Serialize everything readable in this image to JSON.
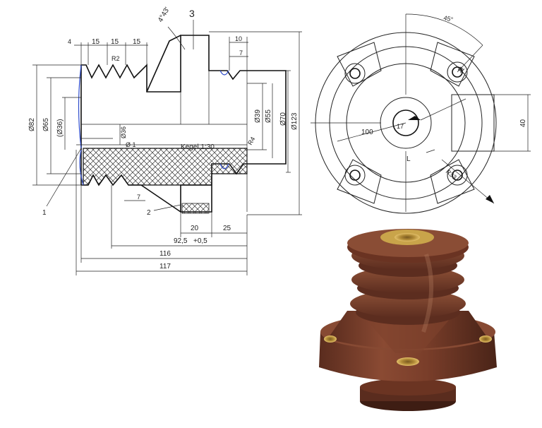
{
  "section_view": {
    "callouts": {
      "angle": "4°43'",
      "part_3": "3",
      "part_1": "1",
      "part_2": "2"
    },
    "top_dims": [
      "4",
      "15",
      "15",
      "15"
    ],
    "top_right_dims": [
      "10",
      "7"
    ],
    "radii": {
      "r2": "R2",
      "r4": "R4"
    },
    "left_dims": [
      "Ø82",
      "Ø65",
      "(Ø36)"
    ],
    "inner_dims": [
      "Ø36",
      "Ø 1"
    ],
    "right_dims": [
      "Ø39",
      "Ø55",
      "Ø70",
      "Ø123"
    ],
    "cone_label": "Kegel 1:30",
    "bottom_dims": {
      "groove": "7",
      "d20": "20",
      "d25": "25",
      "d92": "92,5",
      "tol": "+0,5",
      "d116": "116",
      "d117": "117"
    }
  },
  "plan_view": {
    "angle": "45°",
    "hole_dia": "11",
    "center_dia": "17",
    "pcd": "100",
    "width": "40",
    "hole_dia_lower": "R33",
    "mark_l": "L"
  },
  "colors": {
    "porcelain": "#7a3e2a",
    "brass": "#c9a44a",
    "line": "#222222",
    "blue_outline": "#2a48c8"
  }
}
